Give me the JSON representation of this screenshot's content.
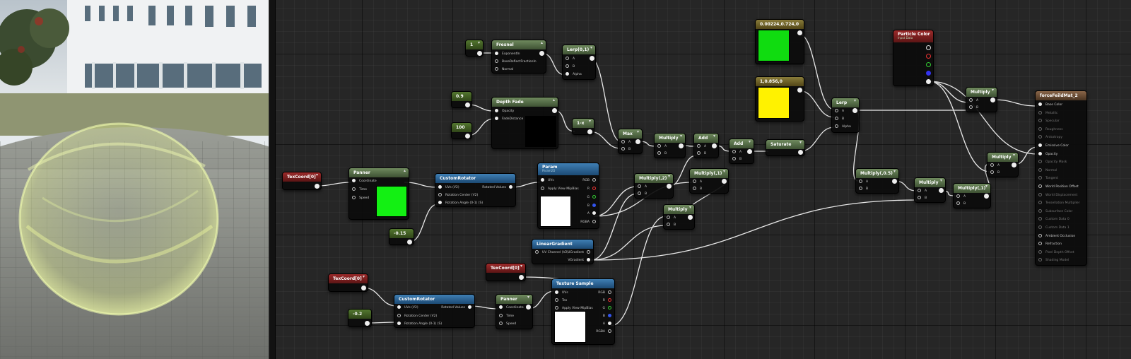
{
  "colors": {
    "grid": "#262626",
    "wire": "#e8e8e8",
    "green_preview": "#13f013",
    "green_preview2": "#10dc10",
    "yellow_preview": "#fff200",
    "white_preview": "#ffffff",
    "black_preview": "#000000"
  },
  "viewport": {
    "scene": "Translucent bubble sphere with green-yellow tint over grid floor, office building in background"
  },
  "nodes": {
    "const_1": {
      "title": "1"
    },
    "fresnel": {
      "title": "Fresnel",
      "pins": [
        "ExponentIn",
        "BaseReflectFractionIn",
        "Normal"
      ]
    },
    "lerp_01": {
      "title": "Lerp(0,1)",
      "pins": [
        "A",
        "B",
        "Alpha"
      ]
    },
    "const_09": {
      "title": "0.9"
    },
    "const_100": {
      "title": "100"
    },
    "depth_fade": {
      "title": "Depth Fade",
      "pins": [
        "Opacity",
        "FadeDistance"
      ]
    },
    "one_minus": {
      "title": "1-x"
    },
    "max": {
      "title": "Max",
      "pins": [
        "A",
        "B"
      ]
    },
    "multiply_a": {
      "title": "Multiply",
      "pins": [
        "A",
        "B"
      ]
    },
    "add_1": {
      "title": "Add",
      "pins": [
        "A",
        "B"
      ]
    },
    "add_2": {
      "title": "Add",
      "pins": [
        "A",
        "B"
      ]
    },
    "saturate": {
      "title": "Saturate"
    },
    "const3_green": {
      "title": "0.00224,0.724,0"
    },
    "const3_yellow": {
      "title": "1,0.856,0"
    },
    "lerp_main": {
      "title": "Lerp",
      "pins": [
        "A",
        "B",
        "Alpha"
      ]
    },
    "particle_color": {
      "title": "Particle Color",
      "subtitle": "Input Data"
    },
    "multiply_base": {
      "title": "Multiply",
      "pins": [
        "A",
        "B"
      ]
    },
    "result": {
      "title": "forceFeildMat_2",
      "pins": [
        "Base Color",
        "Metallic",
        "Specular",
        "Roughness",
        "Anisotropy",
        "Emissive Color",
        "Opacity",
        "Opacity Mask",
        "Normal",
        "Tangent",
        "World Position Offset",
        "World Displacement",
        "Tessellation Multiplier",
        "Subsurface Color",
        "Custom Data 0",
        "Custom Data 1",
        "Ambient Occlusion",
        "Refraction",
        "Pixel Depth Offset",
        "Shading Model"
      ]
    },
    "texcoord_1": {
      "title": "TexCoord[0]"
    },
    "panner_1": {
      "title": "Panner",
      "pins": [
        "Coordinate",
        "Time",
        "Speed"
      ]
    },
    "custom_rotator_1": {
      "title": "CustomRotator",
      "pins": [
        "UVs (V2)",
        "Rotation Center (V2)",
        "Rotation Angle (0-1) (S)"
      ],
      "out": "Rotated Values"
    },
    "const_015": {
      "title": "-0.15"
    },
    "param": {
      "title": "Param",
      "subtitle": "Param2D",
      "pins": [
        "UVs",
        "Apply View MipBias"
      ],
      "outs": [
        "RGB",
        "R",
        "G",
        "B",
        "A",
        "RGBA"
      ]
    },
    "multiply_2": {
      "title": "Multiply(,2)",
      "pins": [
        "A",
        "B"
      ]
    },
    "multiply_1": {
      "title": "Multiply(,1)",
      "pins": [
        "A",
        "B"
      ]
    },
    "multiply_c": {
      "title": "Multiply",
      "pins": [
        "A",
        "B"
      ]
    },
    "linear_gradient": {
      "title": "LinearGradient",
      "pins": [
        "UV Channel (V2)"
      ],
      "outs": [
        "UGradient",
        "VGradient"
      ]
    },
    "texcoord_2": {
      "title": "TexCoord[0]"
    },
    "multiply_05": {
      "title": "Multiply(,0.5)",
      "pins": [
        "A",
        "B"
      ]
    },
    "multiply_d": {
      "title": "Multiply",
      "pins": [
        "A",
        "B"
      ]
    },
    "multiply_1b": {
      "title": "Multiply(,1)",
      "pins": [
        "A",
        "B"
      ]
    },
    "multiply_opacity": {
      "title": "Multiply",
      "pins": [
        "A",
        "B"
      ]
    },
    "texcoord_3": {
      "title": "TexCoord[0]"
    },
    "const_02": {
      "title": "-0.2"
    },
    "custom_rotator_2": {
      "title": "CustomRotator",
      "pins": [
        "UVs (V2)",
        "Rotation Center (V2)",
        "Rotation Angle (0-1) (S)"
      ],
      "out": "Rotated Values"
    },
    "panner_2": {
      "title": "Panner",
      "pins": [
        "Coordinate",
        "Time",
        "Speed"
      ]
    },
    "texture_sample": {
      "title": "Texture Sample",
      "pins": [
        "UVs",
        "Tex",
        "Apply View MipBias"
      ],
      "outs": [
        "RGB",
        "R",
        "G",
        "B",
        "A",
        "RGBA"
      ]
    }
  }
}
